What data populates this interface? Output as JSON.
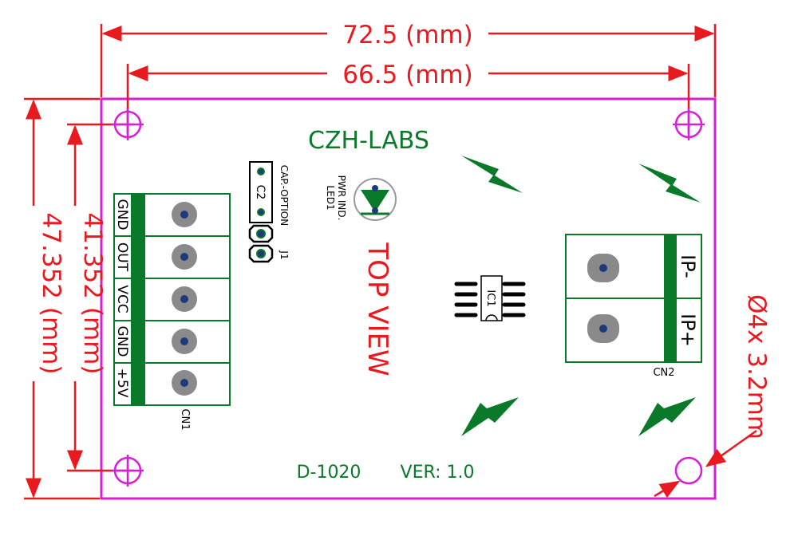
{
  "board": {
    "brand": "CZH-LABS",
    "model": "D-1020",
    "version": "VER: 1.0",
    "view_label": "TOP VIEW",
    "colors": {
      "outline": "#d81fd8",
      "dimension": "#e8191f",
      "silkscreen": "#0a7a2a",
      "connector": "#0a7a2a"
    }
  },
  "dimensions": {
    "overall_width": "72.5 (mm)",
    "hole_spacing_width": "66.5 (mm)",
    "overall_height": "47.352 (mm)",
    "hole_spacing_height": "41.352 (mm)",
    "mounting_holes": "Ø4x 3.2mm"
  },
  "cn1": {
    "ref": "CN1",
    "pins": [
      "GND",
      "OUT",
      "VCC",
      "GND",
      "+5V"
    ]
  },
  "cn2": {
    "ref": "CN2",
    "pins": [
      "IP-",
      "IP+"
    ]
  },
  "components": {
    "c2": "C2",
    "cap_option": "CAP.-OPTION",
    "j1": "J1",
    "pwr_ind": "PWR IND.",
    "led1": "LED1",
    "ic1": "IC1"
  }
}
